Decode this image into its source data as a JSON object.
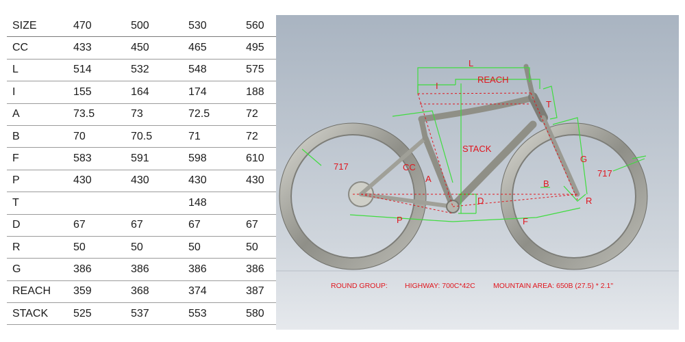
{
  "table": {
    "rows": [
      {
        "label": "SIZE",
        "values": [
          "470",
          "500",
          "530",
          "560"
        ]
      },
      {
        "label": "CC",
        "values": [
          "433",
          "450",
          "465",
          "495"
        ]
      },
      {
        "label": "L",
        "values": [
          "514",
          "532",
          "548",
          "575"
        ]
      },
      {
        "label": "I",
        "values": [
          "155",
          "164",
          "174",
          "188"
        ]
      },
      {
        "label": "A",
        "values": [
          "73.5",
          "73",
          "72.5",
          "72"
        ]
      },
      {
        "label": "B",
        "values": [
          "70",
          "70.5",
          "71",
          "72"
        ]
      },
      {
        "label": "F",
        "values": [
          "583",
          "591",
          "598",
          "610"
        ]
      },
      {
        "label": "P",
        "values": [
          "430",
          "430",
          "430",
          "430"
        ]
      },
      {
        "label": "T",
        "values": [
          "",
          "",
          "148",
          ""
        ]
      },
      {
        "label": "D",
        "values": [
          "67",
          "67",
          "67",
          "67"
        ]
      },
      {
        "label": "R",
        "values": [
          "50",
          "50",
          "50",
          "50"
        ]
      },
      {
        "label": "G",
        "values": [
          "386",
          "386",
          "386",
          "386"
        ]
      },
      {
        "label": "REACH",
        "values": [
          "359",
          "368",
          "374",
          "387"
        ]
      },
      {
        "label": "STACK",
        "values": [
          "525",
          "537",
          "553",
          "580"
        ]
      }
    ]
  },
  "diagram": {
    "labels": {
      "L": "L",
      "I": "I",
      "REACH": "REACH",
      "STACK": "STACK",
      "T": "T",
      "CC": "CC",
      "A": "A",
      "G": "G",
      "B": "B",
      "D": "D",
      "R": "R",
      "P": "P",
      "F": "F",
      "wheel_left": "717",
      "wheel_right": "717"
    },
    "footer": {
      "round_group": "ROUND GROUP:",
      "highway": "HIGHWAY: 700C*42C",
      "mountain": "MOUNTAIN AREA: 650B (27.5) * 2.1\""
    },
    "colors": {
      "label_red": "#e0151d",
      "guide_green": "#3fdc3f",
      "panel_top": "#a9b4c1",
      "panel_bottom": "#e6e9ed"
    }
  }
}
